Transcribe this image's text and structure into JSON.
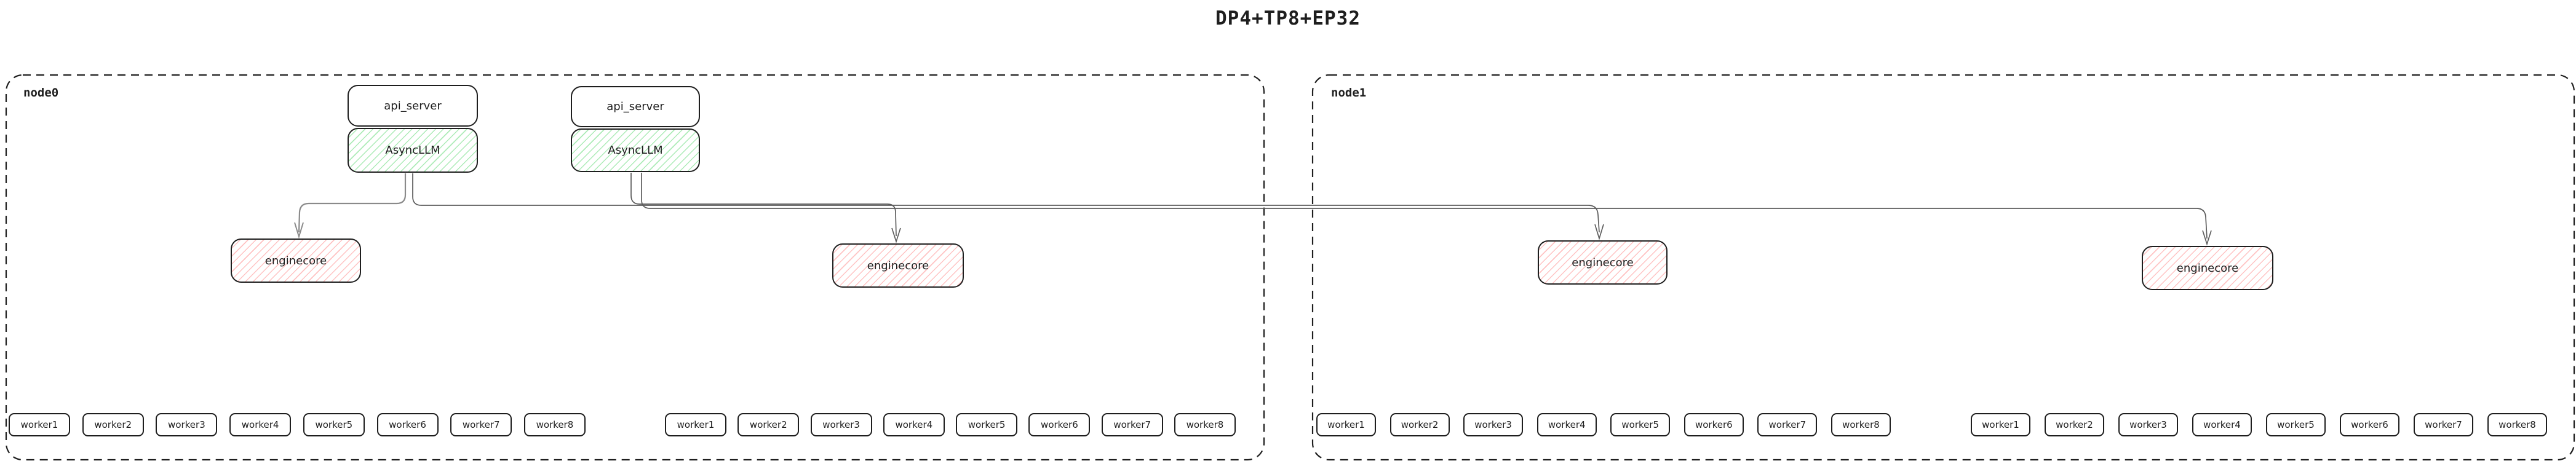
{
  "title": "DP4+TP8+EP32",
  "node0": {
    "label": "node0",
    "stacks": [
      {
        "api_server": "api_server",
        "asyncllm": "AsyncLLM"
      },
      {
        "api_server": "api_server",
        "asyncllm": "AsyncLLM"
      }
    ],
    "enginecores": [
      "enginecore",
      "enginecore"
    ],
    "worker_groups": [
      [
        "worker1",
        "worker2",
        "worker3",
        "worker4",
        "worker5",
        "worker6",
        "worker7",
        "worker8"
      ],
      [
        "worker1",
        "worker2",
        "worker3",
        "worker4",
        "worker5",
        "worker6",
        "worker7",
        "worker8"
      ]
    ]
  },
  "node1": {
    "label": "node1",
    "enginecores": [
      "enginecore",
      "enginecore"
    ],
    "worker_groups": [
      [
        "worker1",
        "worker2",
        "worker3",
        "worker4",
        "worker5",
        "worker6",
        "worker7",
        "worker8"
      ],
      [
        "worker1",
        "worker2",
        "worker3",
        "worker4",
        "worker5",
        "worker6",
        "worker7",
        "worker8"
      ]
    ]
  },
  "colors": {
    "ink": "#1e1e1e",
    "node_border": "#1e1e1e",
    "connector": "#5c5c5c",
    "connector_light": "#8a8a8a",
    "green_hatch": "#69db7c",
    "red_hatch": "#ff8787"
  }
}
